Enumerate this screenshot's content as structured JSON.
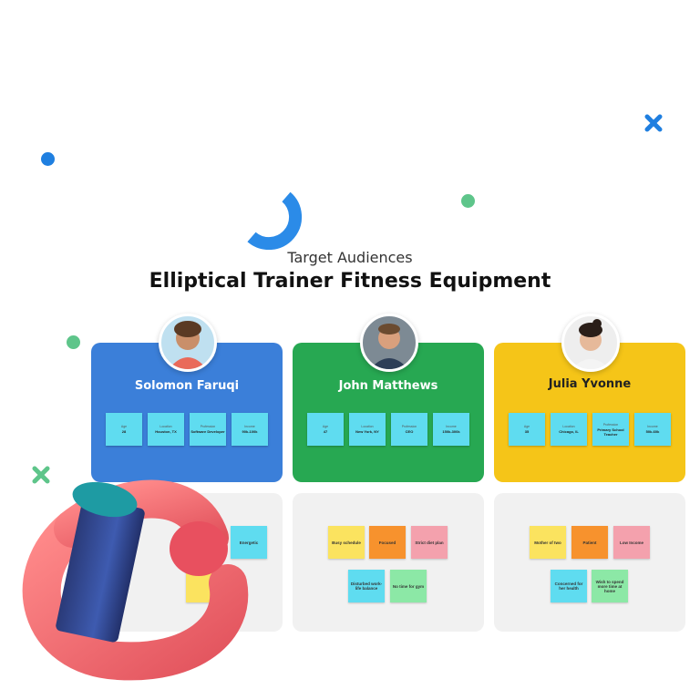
{
  "header": {
    "subtitle": "Target Audiences",
    "title": "Elliptical Trainer Fitness Equipment"
  },
  "colors": {
    "blue": "#3b7fd9",
    "green": "#27a852",
    "yellow": "#f5c518",
    "sticky_cyan": "#5fdcf0",
    "note_yellow": "#fbe35f",
    "note_orange": "#f7922d",
    "note_pink": "#f4a1ad",
    "note_green": "#8ce8a6"
  },
  "personas": [
    {
      "name": "Solomon Faruqi",
      "color": "#3b7fd9",
      "stats": [
        {
          "label": "Age",
          "value": "28"
        },
        {
          "label": "Location",
          "value": "Houston, TX"
        },
        {
          "label": "Profession",
          "value": "Software Developer"
        },
        {
          "label": "Income",
          "value": "90k-100k"
        }
      ],
      "notes": [
        "Energetic"
      ]
    },
    {
      "name": "John Matthews",
      "color": "#27a852",
      "stats": [
        {
          "label": "Age",
          "value": "47"
        },
        {
          "label": "Location",
          "value": "New York, NY"
        },
        {
          "label": "Profession",
          "value": "CEO"
        },
        {
          "label": "Income",
          "value": "150k-300k"
        }
      ],
      "notes": [
        "Busy schedule",
        "Focused",
        "Strict diet plan",
        "Disturbed work-life balance",
        "No time for gym"
      ]
    },
    {
      "name": "Julia Yvonne",
      "color": "#f5c518",
      "stats": [
        {
          "label": "Age",
          "value": "35"
        },
        {
          "label": "Location",
          "value": "Chicago, IL"
        },
        {
          "label": "Profession",
          "value": "Primary School Teacher"
        },
        {
          "label": "Income",
          "value": "50k-60k"
        }
      ],
      "notes": [
        "Mother of two",
        "Patient",
        "Low Income",
        "Concerned for her health",
        "Wish to spend more time at home"
      ]
    }
  ]
}
